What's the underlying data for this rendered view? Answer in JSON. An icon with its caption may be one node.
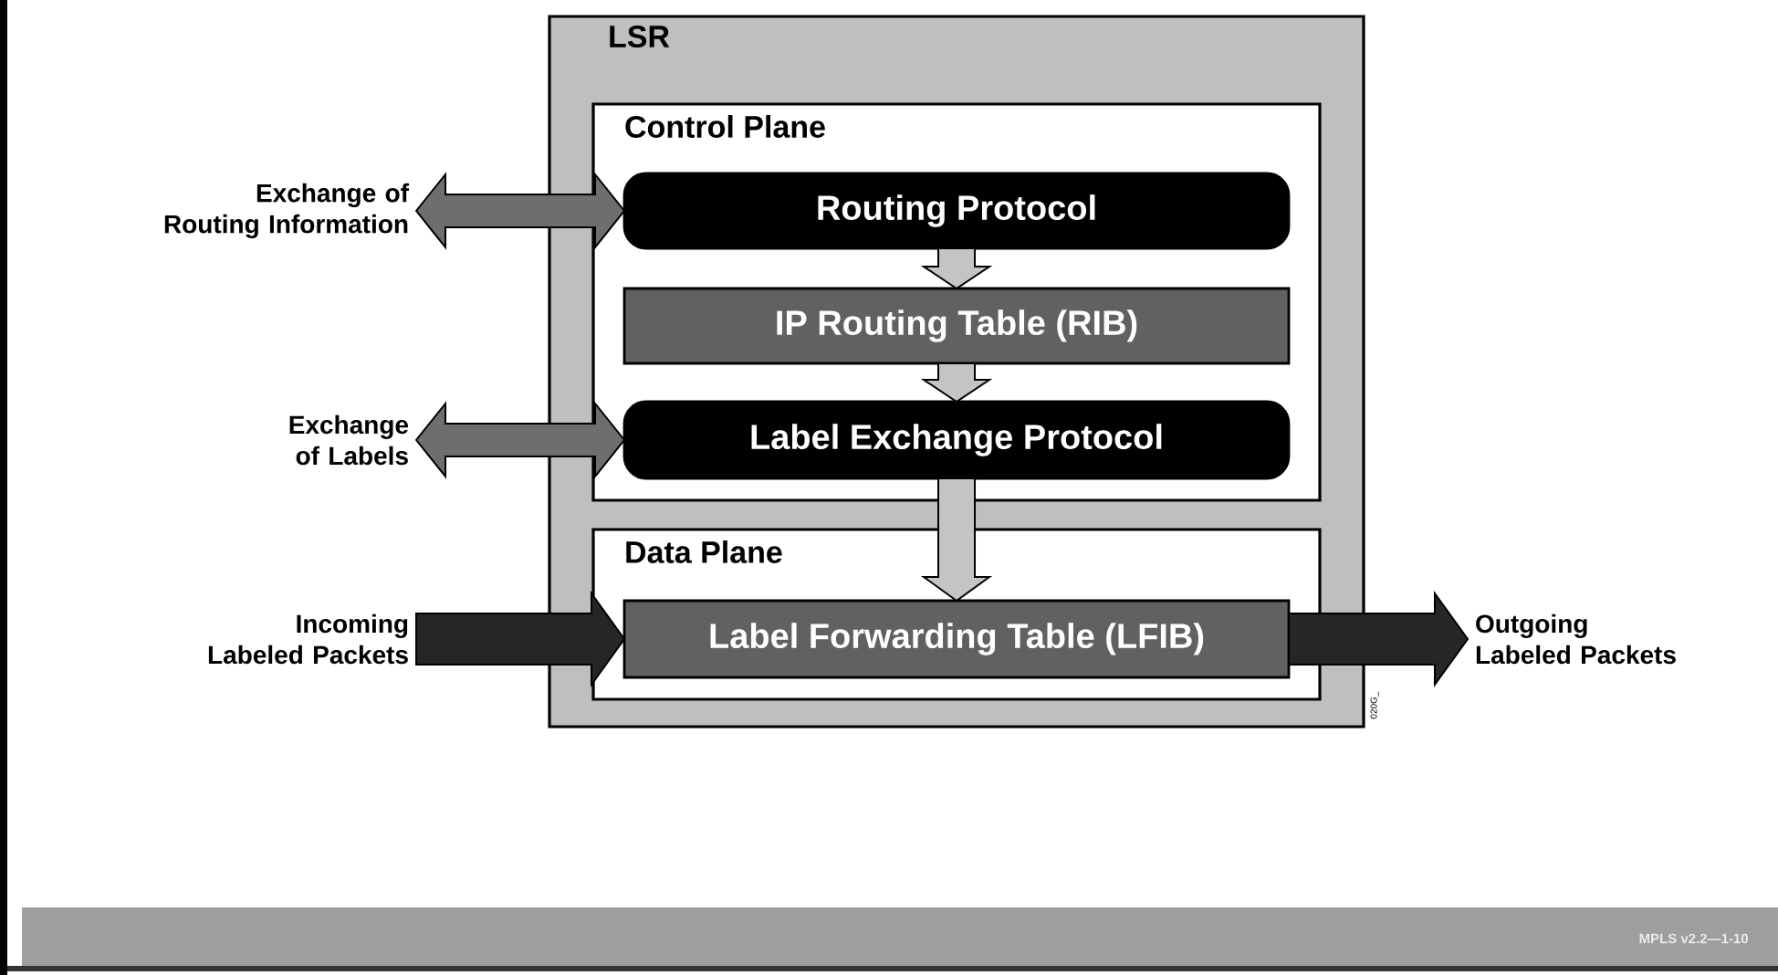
{
  "diagram": {
    "nodes": [
      {
        "text": [
          "LSR"
        ]
      },
      {
        "text": [
          "Control Plane"
        ],
        "in": 0
      },
      {
        "text": [
          "Routing Protocol"
        ],
        "in": 1
      },
      {
        "text": [
          "IP Routing Table (RIB)"
        ],
        "in": 1
      },
      {
        "text": [
          "Label Exchange Protocol"
        ],
        "in": 1
      },
      {
        "text": [
          "Data Plane"
        ],
        "in": 0
      },
      {
        "text": [
          "Label Forwarding Table (LFIB)"
        ],
        "in": 5
      },
      {
        "text": [
          "Exchange of Routing Information"
        ]
      },
      {
        "text": [
          "Exchange of Labels"
        ]
      },
      {
        "text": [
          "Incoming Labeled Packets"
        ]
      },
      {
        "text": [
          "Outgoing Labeled Packets"
        ]
      }
    ],
    "edges": [
      {
        "from": 7,
        "to": 2,
        "arrow": "both",
        "color": "#6e6e6e"
      },
      {
        "from": 8,
        "to": 4,
        "arrow": "both",
        "color": "#6e6e6e"
      },
      {
        "from": 2,
        "to": 3,
        "arrow": "to",
        "color": "#c4c4c4"
      },
      {
        "from": 3,
        "to": 4,
        "arrow": "to",
        "color": "#c4c4c4"
      },
      {
        "from": 4,
        "to": 6,
        "arrow": "to",
        "color": "#c4c4c4"
      },
      {
        "from": 9,
        "to": 6,
        "arrow": "to",
        "color": "#262626"
      },
      {
        "from": 6,
        "to": 10,
        "arrow": "to",
        "color": "#262626"
      }
    ],
    "labels": [
      "020G_",
      "MPLS v2.2—1-10"
    ]
  }
}
